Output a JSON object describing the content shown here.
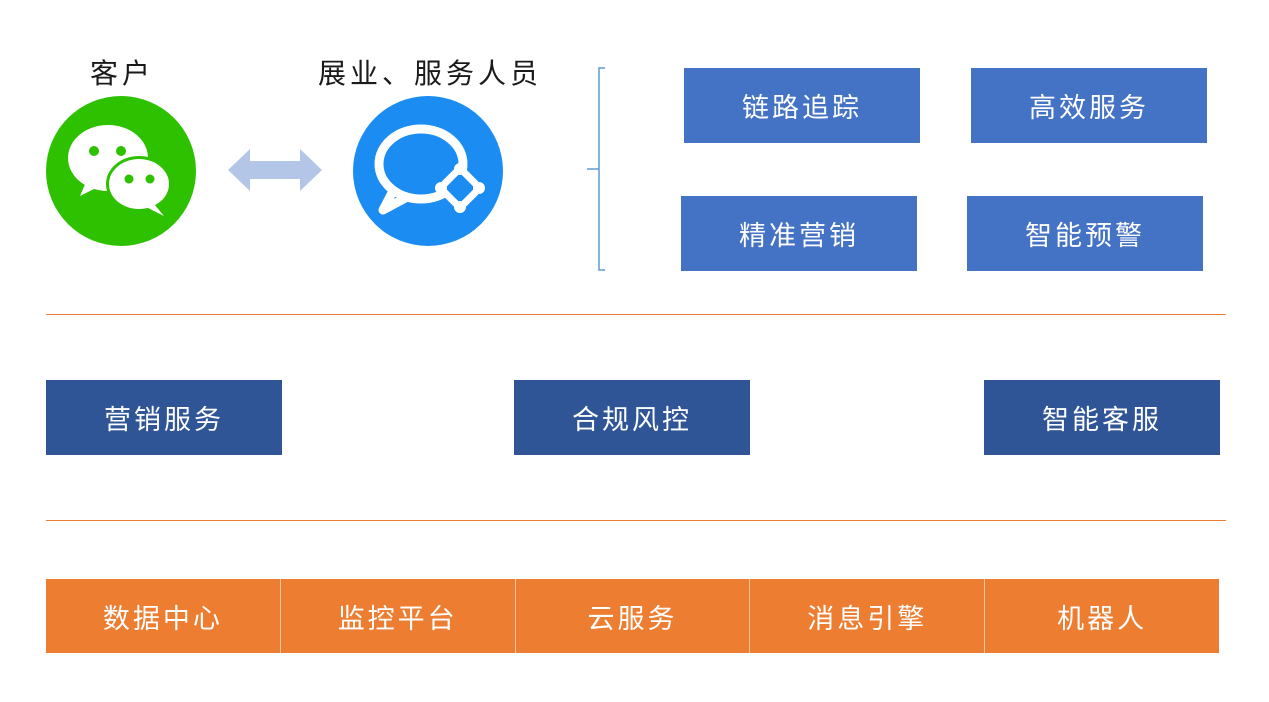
{
  "top": {
    "customer_label": "客户",
    "staff_label": "展业、服务人员",
    "features": [
      "链路追踪",
      "高效服务",
      "精准营销",
      "智能预警"
    ]
  },
  "middle": {
    "services": [
      "营销服务",
      "合规风控",
      "智能客服"
    ]
  },
  "bottom": {
    "infrastructure": [
      "数据中心",
      "监控平台",
      "云服务",
      "消息引擎",
      "机器人"
    ]
  },
  "colors": {
    "wechat_green": "#2dc100",
    "wecom_blue": "#1b8cf2",
    "feature_box": "#4472c4",
    "service_box": "#2f5597",
    "orange": "#ed7d31",
    "arrow": "#b4c6e7"
  },
  "icons": {
    "customer": "wechat-icon",
    "staff": "wecom-icon",
    "link": "double-arrow-icon"
  }
}
